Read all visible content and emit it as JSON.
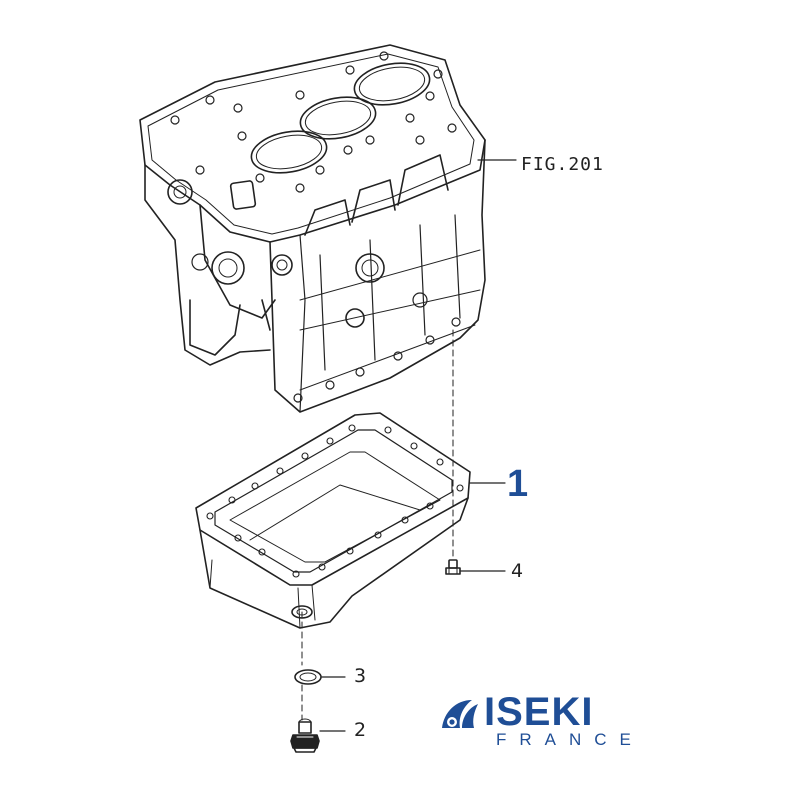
{
  "figure_ref": "FIG.201",
  "callouts": {
    "oil_pan": "1",
    "drain_plug": "2",
    "drain_washer": "3",
    "pan_bolt": "4"
  },
  "logo": {
    "word": "ISEKI",
    "subtitle": "FRANCE",
    "color": "#1f4e96"
  },
  "colors": {
    "line": "#222222",
    "accent": "#1f4e96"
  }
}
